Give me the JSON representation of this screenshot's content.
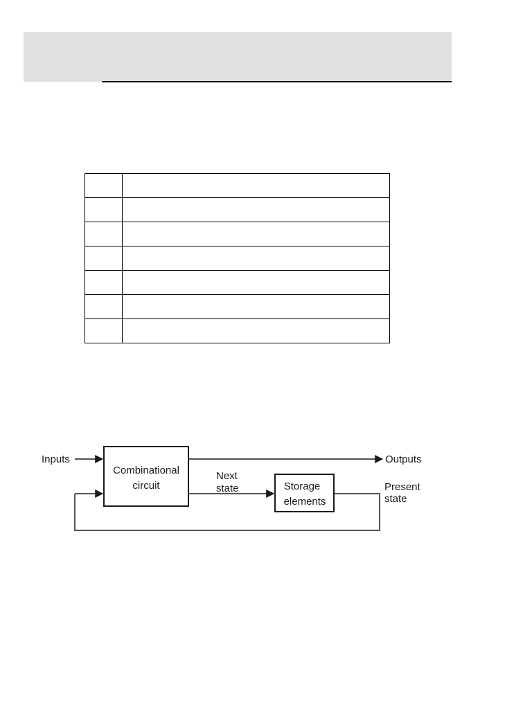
{
  "table": {
    "rows": [
      [
        "",
        ""
      ],
      [
        "",
        ""
      ],
      [
        "",
        ""
      ],
      [
        "",
        ""
      ],
      [
        "",
        ""
      ],
      [
        "",
        ""
      ],
      [
        "",
        ""
      ]
    ]
  },
  "diagram": {
    "inputs_label": "Inputs",
    "outputs_label": "Outputs",
    "combinational_line1": "Combinational",
    "combinational_line2": "circuit",
    "next_state_line1": "Next",
    "next_state_line2": "state",
    "storage_line1": "Storage",
    "storage_line2": "elements",
    "present_state_line1": "Present",
    "present_state_line2": "state"
  }
}
